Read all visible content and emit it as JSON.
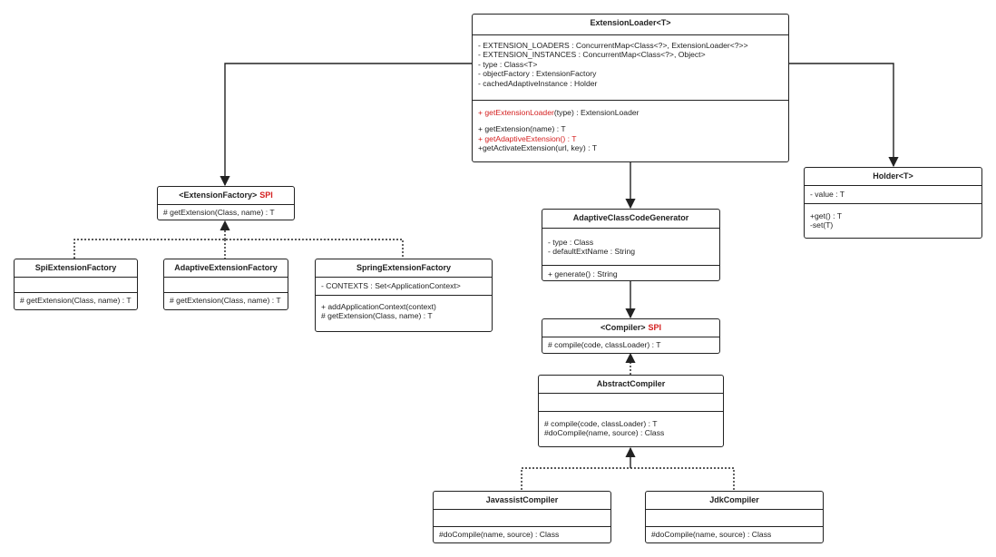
{
  "classes": {
    "extension_loader": {
      "name": "ExtensionLoader<T>",
      "fields": [
        "- EXTENSION_LOADERS : ConcurrentMap<Class<?>, ExtensionLoader<?>>",
        "- EXTENSION_INSTANCES : ConcurrentMap<Class<?>, Object>",
        "- type :  Class<T>",
        "- objectFactory : ExtensionFactory",
        "- cachedAdaptiveInstance : Holder"
      ],
      "method_static_prefix": "+ ",
      "method_static_name": "getExtensionLoader",
      "method_static_suffix": "(type) : ExtensionLoader",
      "method_get_extension": "+ getExtension(name) : T",
      "method_adaptive": "+ getAdaptiveExtension() : T",
      "method_activate": "+getActivateExtension(url, key) : T"
    },
    "holder": {
      "name": "Holder<T>",
      "field": "- value : T",
      "method_get": "+get() : T",
      "method_set": "-set(T)"
    },
    "extension_factory": {
      "name": "<ExtensionFactory>",
      "tag": "SPI",
      "method": "# getExtension(Class, name) : T"
    },
    "spi_extension_factory": {
      "name": "SpiExtensionFactory",
      "method": "# getExtension(Class, name) : T"
    },
    "adaptive_extension_factory": {
      "name": "AdaptiveExtensionFactory",
      "method": "# getExtension(Class, name) : T"
    },
    "spring_extension_factory": {
      "name": "SpringExtensionFactory",
      "field": "- CONTEXTS : Set<ApplicationContext>",
      "method_add": "+  addApplicationContext(context)",
      "method_get": "# getExtension(Class, name) : T"
    },
    "adaptive_class_code_generator": {
      "name": "AdaptiveClassCodeGenerator",
      "field_type": "- type : Class",
      "field_default": "- defaultExtName : String",
      "method": "+  generate() : String"
    },
    "compiler": {
      "name": "<Compiler>",
      "tag": "SPI",
      "method": "# compile(code,  classLoader) : T"
    },
    "abstract_compiler": {
      "name": "AbstractCompiler",
      "method_compile": "# compile(code,  classLoader) : T",
      "method_do_compile": "#doCompile(name, source) : Class"
    },
    "javassist_compiler": {
      "name": "JavassistCompiler",
      "method": "#doCompile(name, source) : Class"
    },
    "jdk_compiler": {
      "name": "JdkCompiler",
      "method": "#doCompile(name, source) : Class"
    }
  },
  "colors": {
    "line": "#222222",
    "highlight": "#d42020",
    "background": "#ffffff"
  }
}
